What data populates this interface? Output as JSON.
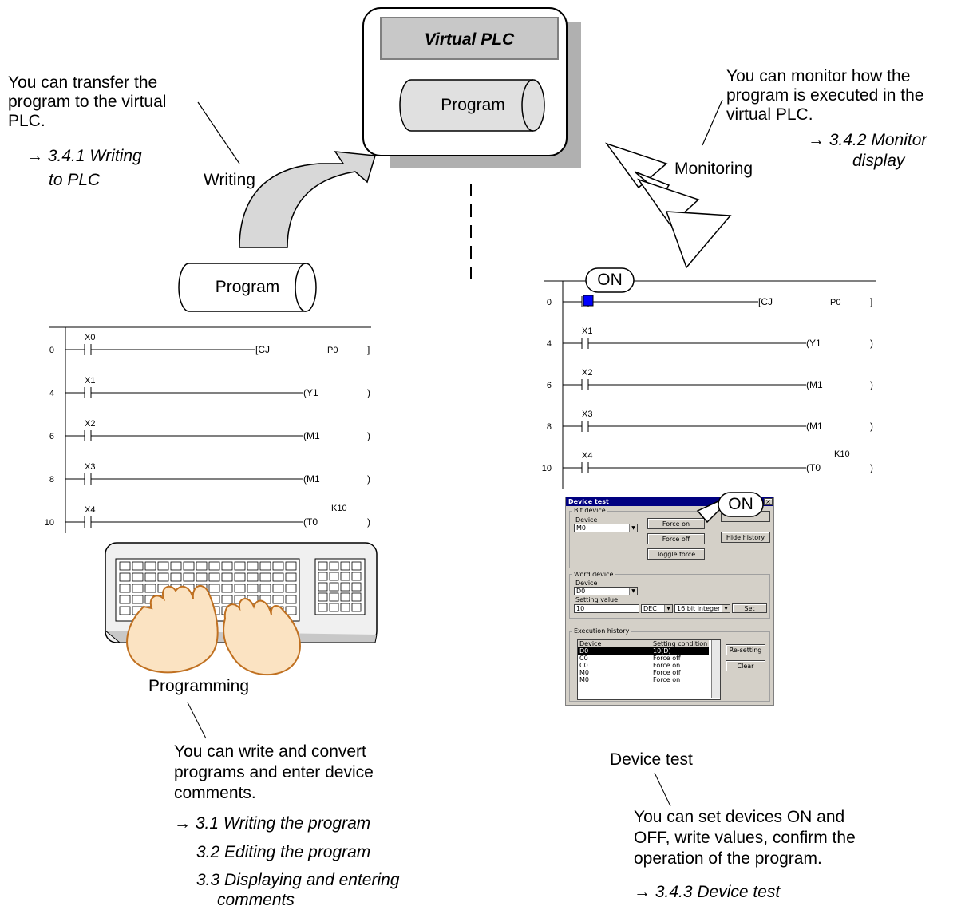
{
  "virtual_plc": {
    "title": "Virtual PLC",
    "program": "Program"
  },
  "writing": {
    "desc": [
      "You can transfer the",
      "program to the virtual",
      "PLC."
    ],
    "ref": [
      "→ 3.4.1  Writing",
      "to PLC"
    ],
    "label": "Writing"
  },
  "monitoring": {
    "desc": [
      "You can monitor how the",
      "program is executed in the",
      "virtual PLC."
    ],
    "ref": [
      "→ 3.4.2  Monitor",
      "display"
    ],
    "label": "Monitoring"
  },
  "program_label": "Program",
  "programming": {
    "label": "Programming",
    "desc": [
      "You can write and convert",
      "programs and enter device",
      "comments."
    ],
    "refs": [
      "→  3.1  Writing the program",
      "3.2  Editing the program",
      "3.3  Displaying and entering",
      "comments"
    ]
  },
  "device_test_section": {
    "label": "Device test",
    "desc": [
      "You can set devices ON and",
      "OFF, write values, confirm the",
      "operation of the program."
    ],
    "ref": "→ 3.4.3  Device test"
  },
  "on_badge": "ON",
  "ladder": {
    "rows": [
      {
        "step": "0",
        "contact": "X0",
        "instr": "[CJ",
        "operand": "P0",
        "k": ""
      },
      {
        "step": "4",
        "contact": "X1",
        "instr": "(Y1",
        "operand": "",
        "k": ""
      },
      {
        "step": "6",
        "contact": "X2",
        "instr": "(M1",
        "operand": "",
        "k": ""
      },
      {
        "step": "8",
        "contact": "X3",
        "instr": "(M1",
        "operand": "",
        "k": ""
      },
      {
        "step": "10",
        "contact": "X4",
        "instr": "(T0",
        "operand": "",
        "k": "K10"
      }
    ]
  },
  "device_test_window": {
    "title": "Device test",
    "bit_group": "Bit device",
    "device_label": "Device",
    "bit_device_value": "M0",
    "force_on": "Force on",
    "force_off": "Force off",
    "toggle_force": "Toggle force",
    "hide_history": "Hide history",
    "word_group": "Word device",
    "word_device_label": "Device",
    "word_device_value": "D0",
    "setting_value_label": "Setting value",
    "setting_value": "10",
    "radix": "DEC",
    "data_type": "16 bit integer",
    "set": "Set",
    "history_group": "Execution history",
    "history_headers": [
      "Device",
      "Setting condition"
    ],
    "history": [
      [
        "D0",
        "10(D)"
      ],
      [
        "C0",
        "Force off"
      ],
      [
        "C0",
        "Force on"
      ],
      [
        "M0",
        "Force off"
      ],
      [
        "M0",
        "Force on"
      ]
    ],
    "resetting": "Re-setting",
    "clear": "Clear",
    "close": "×"
  }
}
